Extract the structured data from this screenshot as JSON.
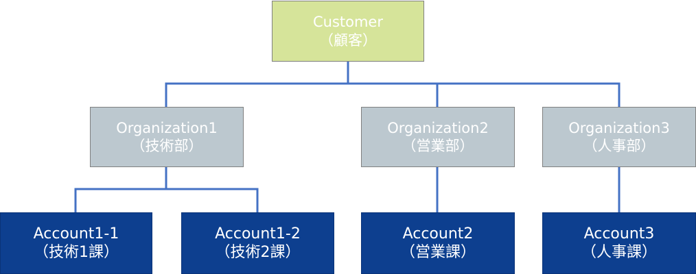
{
  "root": {
    "name": "Customer",
    "sub": "（顧客）",
    "color": "#d6e49a"
  },
  "organizations": [
    {
      "name": "Organization1",
      "sub": "（技術部）"
    },
    {
      "name": "Organization2",
      "sub": "（営業部）"
    },
    {
      "name": "Organization3",
      "sub": "（人事部）"
    }
  ],
  "accounts": [
    {
      "name": "Account1-1",
      "sub": "（技術1課）"
    },
    {
      "name": "Account1-2",
      "sub": "（技術2課）"
    },
    {
      "name": "Account2",
      "sub": "（営業課）"
    },
    {
      "name": "Account3",
      "sub": "（人事課）"
    }
  ],
  "colors": {
    "connector": "#4472c4",
    "organization": "#bcc8cf",
    "account": "#0d3f8f"
  }
}
